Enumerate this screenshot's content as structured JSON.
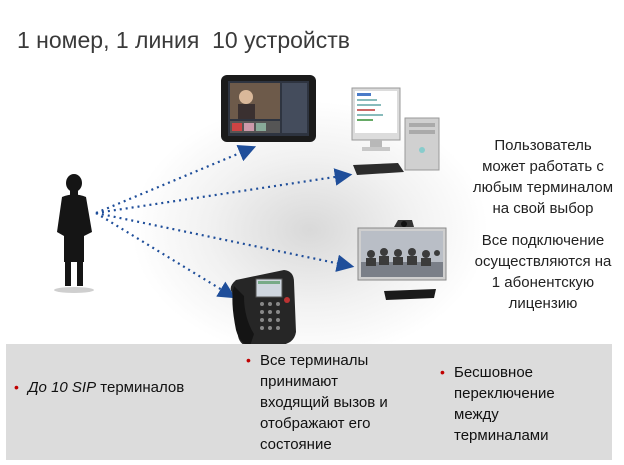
{
  "title": "1 номер, 1 линия  10 устройств",
  "side_text": {
    "p1": [
      "Пользователь",
      "может работать  с",
      "любым терминалом",
      "на  свой выбор"
    ],
    "p2": [
      "Все подключение",
      "осуществляются на",
      "1 абонентскую",
      "лицензию"
    ]
  },
  "bullets": {
    "b1_italic": "До 10 SIP",
    "b1_rest": " терминалов",
    "b2": [
      "Все терминалы",
      "принимают",
      "входящий вызов и",
      "отображают его",
      "состояние"
    ],
    "b3": [
      "Бесшовное",
      "переключение",
      "между",
      "терминалами"
    ]
  },
  "colors": {
    "arrow": "#1f4e9a",
    "bullet": "#c00000",
    "band": "#dcdcdc"
  },
  "icons": [
    "person-silhouette",
    "tablet-device",
    "desktop-computer",
    "video-conference-system",
    "ip-desk-phone"
  ]
}
